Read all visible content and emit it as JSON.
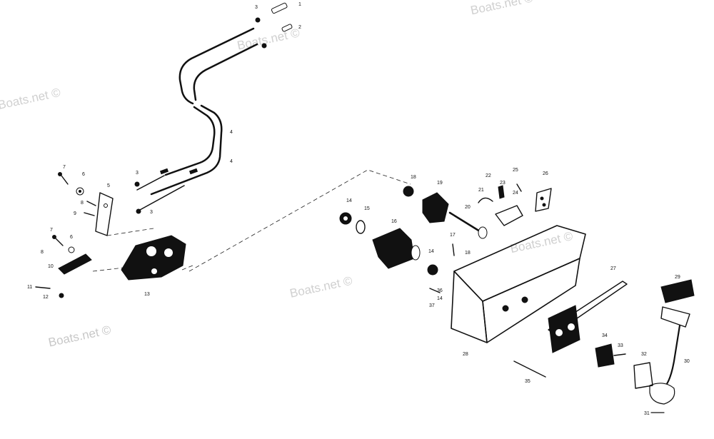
{
  "watermark": "Boats.net ©",
  "callouts": [
    {
      "id": "c1",
      "text": "1"
    },
    {
      "id": "c2",
      "text": "2"
    },
    {
      "id": "c3a",
      "text": "3"
    },
    {
      "id": "c4a",
      "text": "4"
    },
    {
      "id": "c4b",
      "text": "4"
    },
    {
      "id": "c3b",
      "text": "3"
    },
    {
      "id": "c3c",
      "text": "3"
    },
    {
      "id": "c7a",
      "text": "7"
    },
    {
      "id": "c6a",
      "text": "6"
    },
    {
      "id": "c5",
      "text": "5"
    },
    {
      "id": "c8a",
      "text": "8"
    },
    {
      "id": "c9",
      "text": "9"
    },
    {
      "id": "c7b",
      "text": "7"
    },
    {
      "id": "c6b",
      "text": "6"
    },
    {
      "id": "c8b",
      "text": "8"
    },
    {
      "id": "c10",
      "text": "10"
    },
    {
      "id": "c11",
      "text": "11"
    },
    {
      "id": "c12",
      "text": "12"
    },
    {
      "id": "c13",
      "text": "13"
    },
    {
      "id": "c14a",
      "text": "14"
    },
    {
      "id": "c15",
      "text": "15"
    },
    {
      "id": "c16",
      "text": "16"
    },
    {
      "id": "c14b",
      "text": "14"
    },
    {
      "id": "c18",
      "text": "18"
    },
    {
      "id": "c19",
      "text": "19"
    },
    {
      "id": "c20",
      "text": "20"
    },
    {
      "id": "c17",
      "text": "17"
    },
    {
      "id": "c18b",
      "text": "18"
    },
    {
      "id": "c14c",
      "text": "14"
    },
    {
      "id": "c21",
      "text": "21"
    },
    {
      "id": "c22",
      "text": "22"
    },
    {
      "id": "c23",
      "text": "23"
    },
    {
      "id": "c24",
      "text": "24"
    },
    {
      "id": "c25",
      "text": "25"
    },
    {
      "id": "c26",
      "text": "26"
    },
    {
      "id": "c36",
      "text": "36"
    },
    {
      "id": "c37",
      "text": "37"
    },
    {
      "id": "c27",
      "text": "27"
    },
    {
      "id": "c28",
      "text": "28"
    },
    {
      "id": "c29",
      "text": "29"
    },
    {
      "id": "c34",
      "text": "34"
    },
    {
      "id": "c33",
      "text": "33"
    },
    {
      "id": "c32",
      "text": "32"
    },
    {
      "id": "c30",
      "text": "30"
    },
    {
      "id": "c35",
      "text": "35"
    },
    {
      "id": "c31",
      "text": "31"
    }
  ]
}
